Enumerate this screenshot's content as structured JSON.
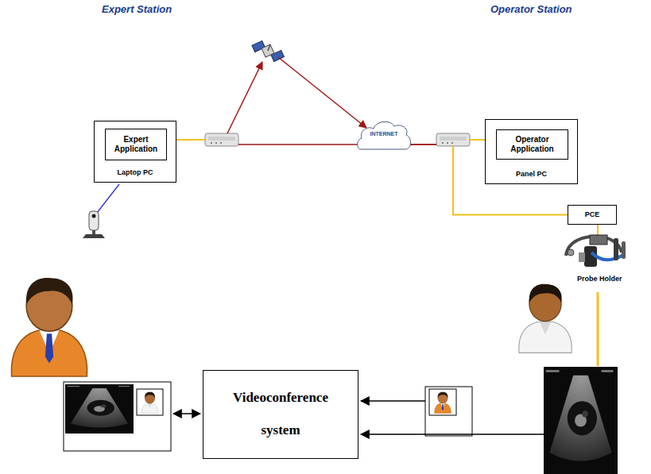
{
  "diagram": {
    "nodes": [
      {
        "text": [
          "Laptop PC"
        ]
      },
      {
        "text": [
          "Expert Application"
        ],
        "in": 0
      },
      {
        "text": [
          "INTERNET"
        ]
      },
      {
        "text": [
          "Panel PC"
        ]
      },
      {
        "text": [
          "Operator Application"
        ],
        "in": 3
      },
      {
        "text": [
          "PCE"
        ]
      },
      {
        "text": [
          "Videoconference system"
        ]
      }
    ],
    "edges": [
      {
        "from": 0,
        "to": 2,
        "arrow": "none"
      },
      {
        "from": 0,
        "to": 2,
        "arrow": "to"
      },
      {
        "from": 2,
        "to": 3,
        "arrow": "none"
      },
      {
        "from": 2,
        "to": 5,
        "arrow": "none"
      }
    ],
    "labels": [
      "Expert Station",
      "Operator Station",
      "Probe Holder"
    ]
  }
}
